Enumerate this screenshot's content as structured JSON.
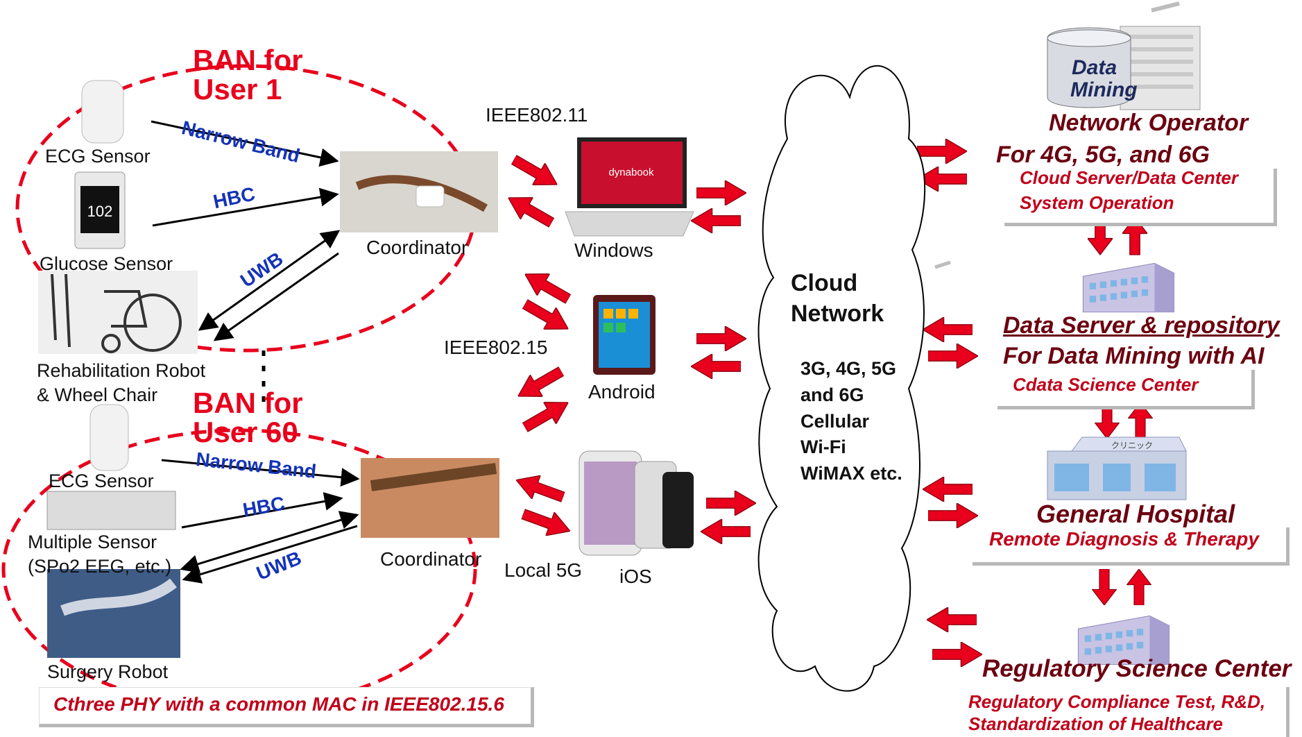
{
  "ban1": {
    "title_line1": "BAN for",
    "title_line2": "User 1"
  },
  "ban60": {
    "title_line1": "BAN for",
    "title_line2": "User 60"
  },
  "sensors_top": {
    "ecg": "ECG Sensor",
    "glucose": "Glucose Sensor",
    "glucose_display": "102",
    "rehab_line1": "Rehabilitation Robot",
    "rehab_line2": "& Wheel Chair"
  },
  "sensors_bottom": {
    "ecg": "ECG Sensor",
    "multiple_line1": "Multiple Sensor",
    "multiple_line2": "(SPo2 EEG, etc.)",
    "surgery": "Surgery Robot"
  },
  "links": {
    "narrow_band": "Narrow Band",
    "hbc": "HBC",
    "uwb": "UWB"
  },
  "coordinator": "Coordinator",
  "standards": {
    "wifi": "IEEE802.11",
    "wpan": "IEEE802.15",
    "local5g": "Local 5G"
  },
  "devices": {
    "windows": "Windows",
    "laptop_brand": "dynabook",
    "android": "Android",
    "ios": "iOS"
  },
  "cloud": {
    "title_line1": "Cloud",
    "title_line2": "Network",
    "list": [
      "3G, 4G, 5G",
      "and 6G",
      "Cellular",
      "Wi-Fi",
      "WiMAX etc."
    ]
  },
  "right": {
    "datamining_line1": "Data",
    "datamining_line2": "Mining",
    "operator_line1": "Network Operator",
    "operator_line2": "For  4G, 5G, and 6G",
    "operator_box_line1": "Cloud Server/Data Center",
    "operator_box_line2": "System  Operation",
    "dataserver_line1": "Data Server & repository",
    "dataserver_line2": "For Data Mining with AI",
    "dataserver_box": "Cdata Science Center",
    "hospital_sign": "クリニック",
    "hospital_title": "General Hospital",
    "hospital_box": "Remote  Diagnosis & Therapy",
    "regulatory_title": "Regulatory Science Center",
    "regulatory_box_line1": "Regulatory Compliance Test, R&D,",
    "regulatory_box_line2": "Standardization of Healthcare"
  },
  "footer": "Cthree PHY with a common MAC in IEEE802.15.6",
  "colors": {
    "arrow_red": "#e8001c",
    "ban_red": "#e8001c",
    "link_blue": "#1433b8",
    "dark_red": "#6b0010"
  }
}
